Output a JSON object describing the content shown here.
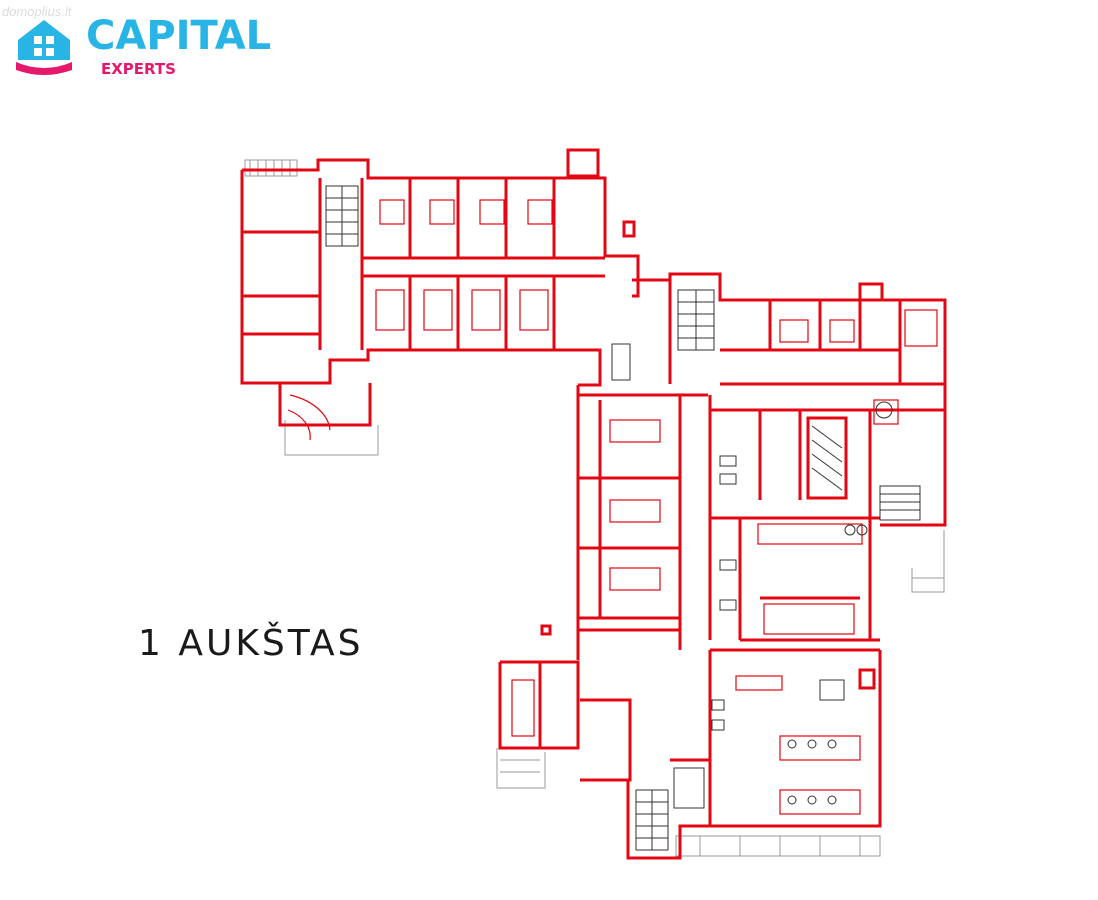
{
  "watermark": "domoplius.lt",
  "logo": {
    "name": "CAPITAL",
    "subtitle": "EXPERTS",
    "color_primary": "#29b4e6",
    "color_accent": "#e6186b"
  },
  "floor_label": "1 AUKŠTAS",
  "plan_colors": {
    "walls": "#e30613",
    "fixtures": "#333333",
    "outline": "#9a9a9a"
  }
}
